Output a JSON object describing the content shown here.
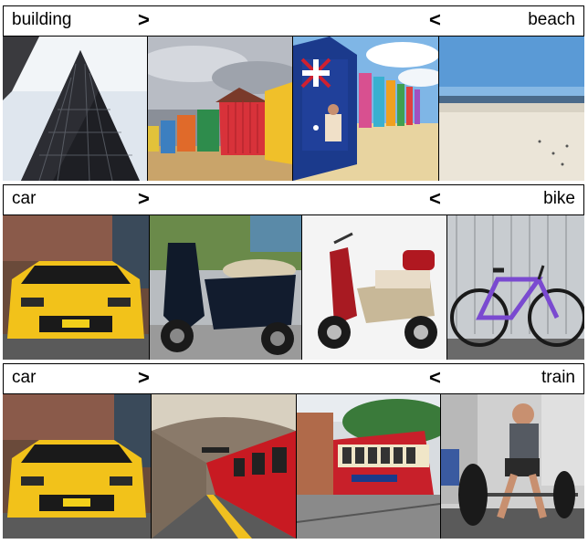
{
  "rows": [
    {
      "left_label": "building",
      "right_label": "beach",
      "left_arrow": ">",
      "right_arrow": "<",
      "images": [
        "skyscraper-photo",
        "beach-huts-photo",
        "beach-hut-flag-photo",
        "sandy-beach-photo"
      ]
    },
    {
      "left_label": "car",
      "right_label": "bike",
      "left_arrow": ">",
      "right_arrow": "<",
      "images": [
        "yellow-sports-car-photo",
        "black-scooter-photo",
        "red-scooter-photo",
        "purple-bicycle-photo"
      ]
    },
    {
      "left_label": "car",
      "right_label": "train",
      "left_arrow": ">",
      "right_arrow": "<",
      "images": [
        "yellow-sports-car-photo",
        "underground-train-photo",
        "cable-car-photo",
        "weightlifter-photo"
      ]
    }
  ]
}
